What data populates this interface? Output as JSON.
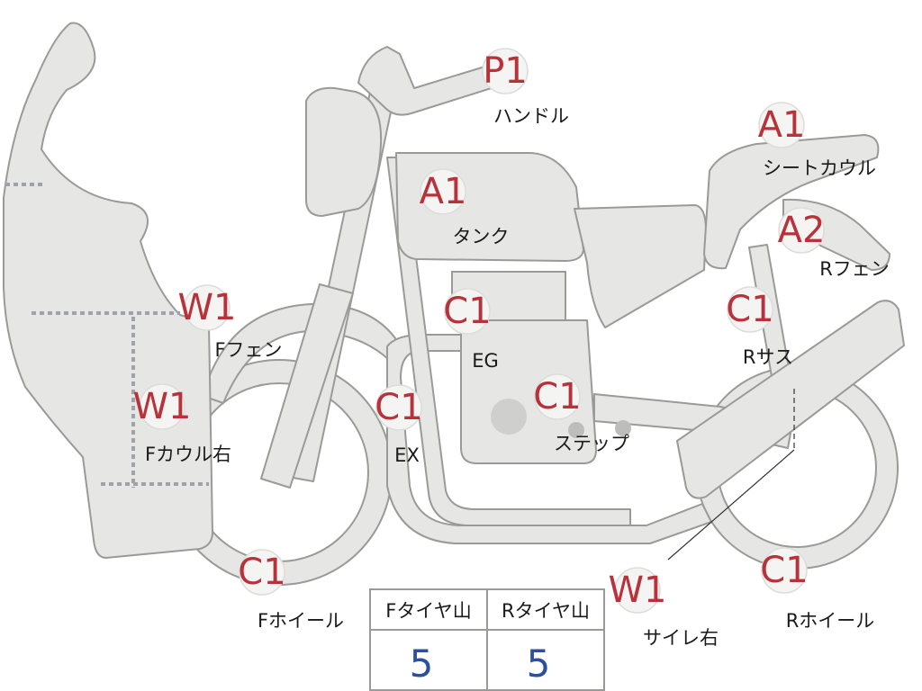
{
  "colors": {
    "part_fill": "#e6e6e4",
    "part_stroke": "#9a9a98",
    "code": "#b8323b",
    "tire_value": "#2c4f9e"
  },
  "markers": [
    {
      "id": "handle",
      "code": "P1",
      "label": "ハンドル"
    },
    {
      "id": "tank",
      "code": "A1",
      "label": "タンク"
    },
    {
      "id": "seat-cowl",
      "code": "A1",
      "label": "シートカウル"
    },
    {
      "id": "r-fender",
      "code": "A2",
      "label": "Rフェン"
    },
    {
      "id": "f-fender",
      "code": "W1",
      "label": "Fフェン"
    },
    {
      "id": "f-cowl-right",
      "code": "W1",
      "label": "Fカウル右"
    },
    {
      "id": "engine",
      "code": "C1",
      "label": "EG"
    },
    {
      "id": "exhaust",
      "code": "C1",
      "label": "EX"
    },
    {
      "id": "step",
      "code": "C1",
      "label": "ステップ"
    },
    {
      "id": "r-suspension",
      "code": "C1",
      "label": "Rサス"
    },
    {
      "id": "f-wheel",
      "code": "C1",
      "label": "Fホイール"
    },
    {
      "id": "r-wheel",
      "code": "C1",
      "label": "Rホイール"
    },
    {
      "id": "silencer-right",
      "code": "W1",
      "label": "サイレ右"
    }
  ],
  "tire_table": {
    "headers": [
      "Fタイヤ山",
      "Rタイヤ山"
    ],
    "values": [
      "5",
      "5"
    ]
  }
}
